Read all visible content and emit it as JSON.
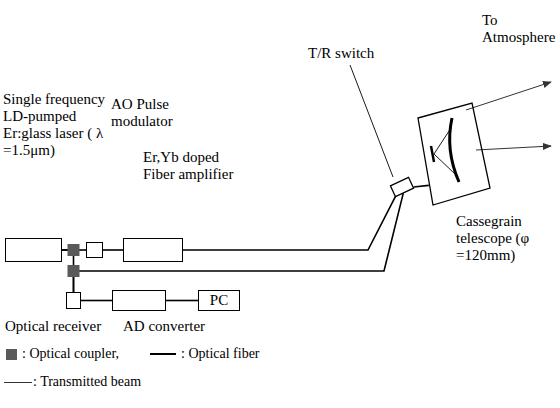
{
  "diagram": {
    "nodes": [
      {
        "text": [
          "Single frequency LD-pumped Er:glass laser ( λ =1.5μm)"
        ]
      },
      {
        "text": [
          "AO Pulse modulator"
        ]
      },
      {
        "text": [
          "Er,Yb doped Fiber amplifier"
        ]
      },
      {
        "text": [
          "T/R switch"
        ]
      },
      {
        "text": [
          "Cassegrain telescope (φ =120mm)"
        ]
      },
      {
        "text": [
          "Optical receiver"
        ]
      },
      {
        "text": [
          "AD converter"
        ]
      },
      {
        "text": [
          "PC"
        ]
      }
    ],
    "edges": [
      {
        "from": 0,
        "to": 1,
        "arrow": "none"
      },
      {
        "from": 1,
        "to": 2,
        "arrow": "none"
      },
      {
        "from": 2,
        "to": 3,
        "arrow": "none"
      },
      {
        "from": 3,
        "to": 4,
        "arrow": "none"
      },
      {
        "from": 0,
        "to": 5,
        "arrow": "none"
      },
      {
        "from": 3,
        "to": 5,
        "arrow": "none"
      },
      {
        "from": 5,
        "to": 6,
        "arrow": "none"
      },
      {
        "from": 6,
        "to": 7,
        "arrow": "none"
      }
    ],
    "labels": [
      "To Atmosphere"
    ],
    "legend": [
      {
        "text": ": Optical coupler,",
        "color": "#5a5a5a"
      },
      {
        "text": ": Optical fiber"
      },
      {
        "text": ": Transmitted beam"
      }
    ]
  }
}
